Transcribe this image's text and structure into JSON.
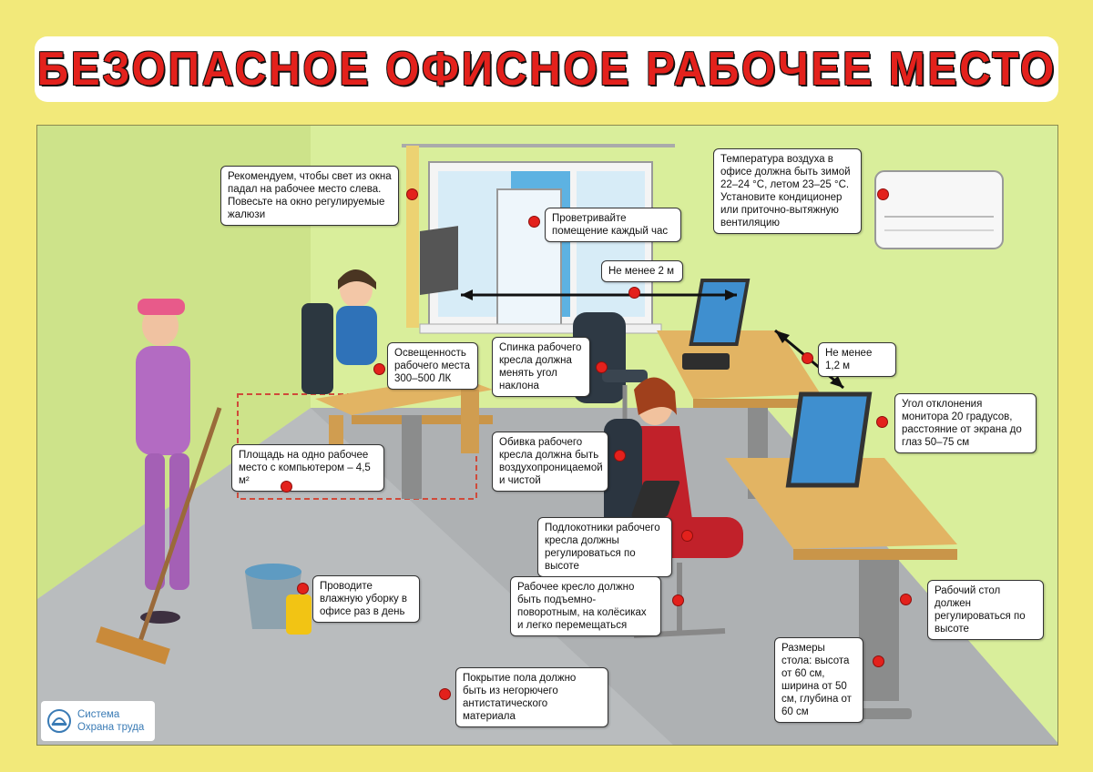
{
  "title": "БЕЗОПАСНОЕ ОФИСНОЕ РАБОЧЕЕ МЕСТО",
  "callouts": {
    "light": "Рекомендуем, чтобы свет из окна падал на рабочее место слева. Повесьте на окно регулируемые жалюзи",
    "ventilate": "Проветривайте помещение каждый час",
    "temperature": "Температура воздуха в офисе должна быть зимой 22–24 °С, летом 23–25 °С. Установите кондиционер или приточно-вытяжную вентиляцию",
    "distance_2m": "Не менее 2 м",
    "distance_1_2m": "Не менее 1,2 м",
    "illumination": "Освещенность рабочего места 300–500 ЛК",
    "backrest": "Спинка рабочего кресла должна менять угол наклона",
    "monitor_angle": "Угол отклонения монитора 20 градусов, расстояние от экрана до глаз 50–75 см",
    "area": "Площадь на одно рабочее место с компьютером – 4,5 м²",
    "upholstery": "Обивка рабочего кресла должна быть воздухопроницаемой и чистой",
    "armrests": "Подлокотники рабочего кресла должны регулироваться по высоте",
    "wet_cleaning": "Проводите влажную уборку в офисе раз в день",
    "swivel_chair": "Рабочее кресло должно быть подъемно-поворотным, на колёсиках и легко перемещаться",
    "desk_adjust": "Рабочий стол должен регулироваться по высоте",
    "desk_size": "Размеры стола: высота от 60 см, ширина от 50 см, глубина от 60 см",
    "floor": "Покрытие пола должно быть из негорючего антистатического материала"
  },
  "logo": {
    "line1": "Система",
    "line2": "Охрана труда",
    "icon": "shield-helmet-icon"
  },
  "colors": {
    "accent": "#e3211c",
    "background": "#f2e97a",
    "wall": "#d9ee9b",
    "floor": "#b9bcbe",
    "desk": "#e2b463"
  }
}
